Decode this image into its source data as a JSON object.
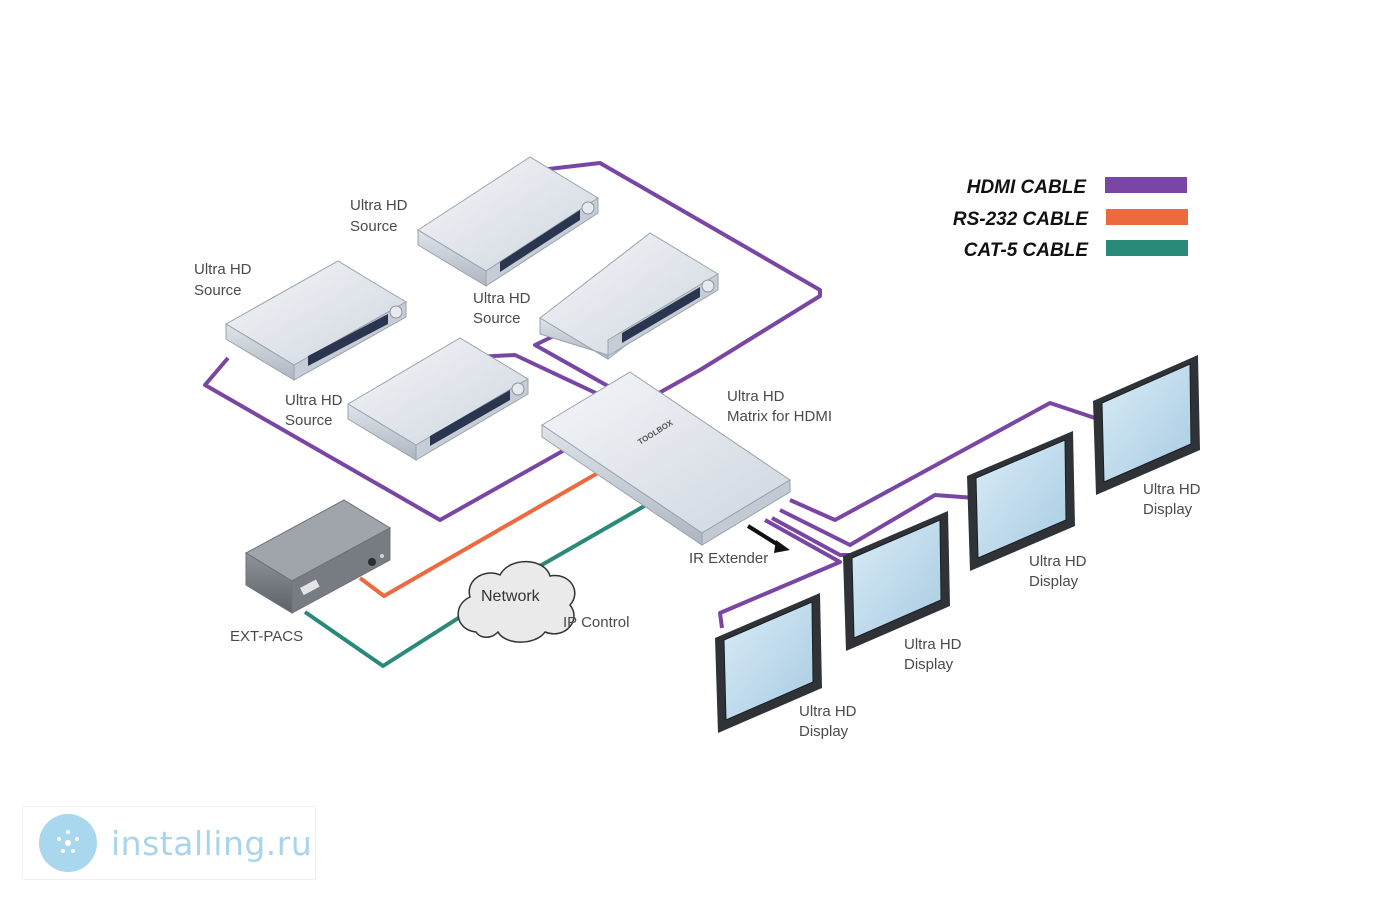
{
  "legend": [
    {
      "label": "HDMI CABLE",
      "color": "#7a46a3"
    },
    {
      "label": "RS-232 CABLE",
      "color": "#ec6a40"
    },
    {
      "label": "CAT-5 CABLE",
      "color": "#2a8a7a"
    }
  ],
  "sources": [
    {
      "line1": "Ultra HD",
      "line2": "Source"
    },
    {
      "line1": "Ultra HD",
      "line2": "Source"
    },
    {
      "line1": "Ultra HD",
      "line2": "Source"
    },
    {
      "line1": "Ultra HD",
      "line2": "Source"
    }
  ],
  "matrix": {
    "line1": "Ultra HD",
    "line2": "Matrix for HDMI",
    "device_text": "TOOLBOX"
  },
  "displays": [
    {
      "line1": "Ultra HD",
      "line2": "Display"
    },
    {
      "line1": "Ultra HD",
      "line2": "Display"
    },
    {
      "line1": "Ultra HD",
      "line2": "Display"
    },
    {
      "line1": "Ultra HD",
      "line2": "Display"
    }
  ],
  "ir_extender": "IR Extender",
  "network": "Network",
  "ip_control": "IP Control",
  "ext_pacs": "EXT-PACS",
  "watermark": "installing.ru"
}
